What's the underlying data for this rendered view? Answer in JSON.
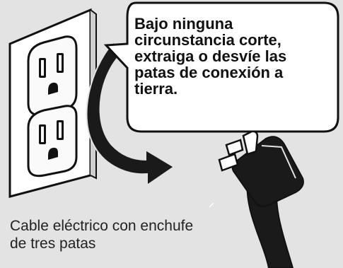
{
  "warning_callout": {
    "lines": [
      "Bajo ninguna",
      "circunstancia corte,",
      "extraiga o desvíe las",
      "patas de conexión a",
      "tierra."
    ]
  },
  "caption": {
    "lines": [
      "Cable eléctrico con enchufe",
      "de tres patas"
    ]
  },
  "colors": {
    "background": "#e3e3e3",
    "outline": "#111111",
    "wall_plate": "#ffffff",
    "plug_body": "#1a1a1a"
  },
  "icons": [
    "wall-outlet-icon",
    "curved-arrow-icon",
    "three-prong-plug-icon",
    "speech-bubble-icon"
  ]
}
